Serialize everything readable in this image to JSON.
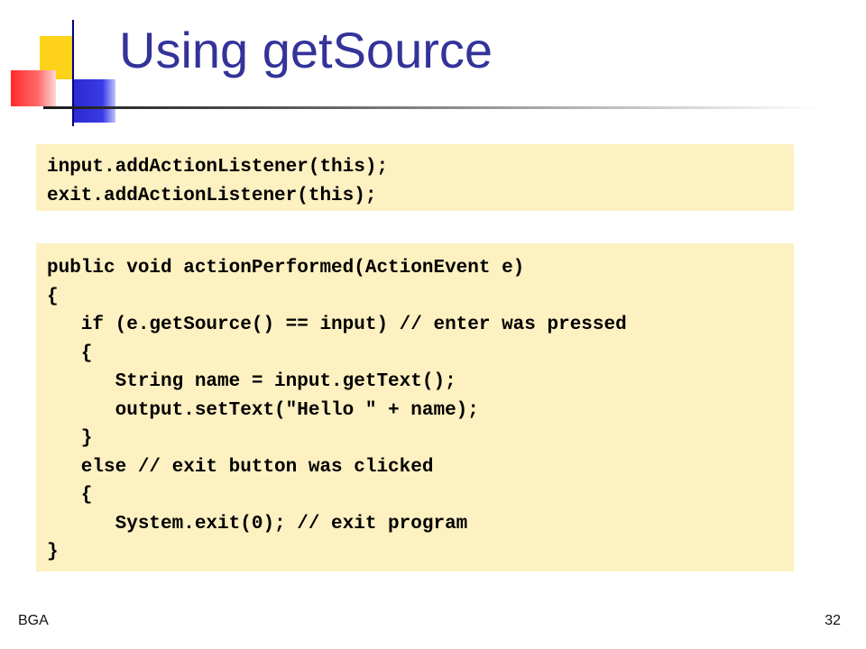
{
  "slide": {
    "title": "Using getSource",
    "footer_left": "BGA",
    "page_number": "32"
  },
  "code_top": [
    "input.addActionListener(this);",
    "exit.addActionListener(this);"
  ],
  "code_main": [
    "public void actionPerformed(ActionEvent e)",
    "{",
    "   if (e.getSource() == input) // enter was pressed",
    "   {",
    "      String name = input.getText();",
    "      output.setText(\"Hello \" + name);",
    "   }",
    "   else // exit button was clicked",
    "   {",
    "      System.exit(0); // exit program",
    "}"
  ],
  "colors": {
    "title": "#33339a",
    "code_background": "#fdf0c1",
    "logo_yellow": "#ffd21a",
    "logo_red": "#ff2a2a",
    "logo_blue": "#2a2ad0"
  }
}
